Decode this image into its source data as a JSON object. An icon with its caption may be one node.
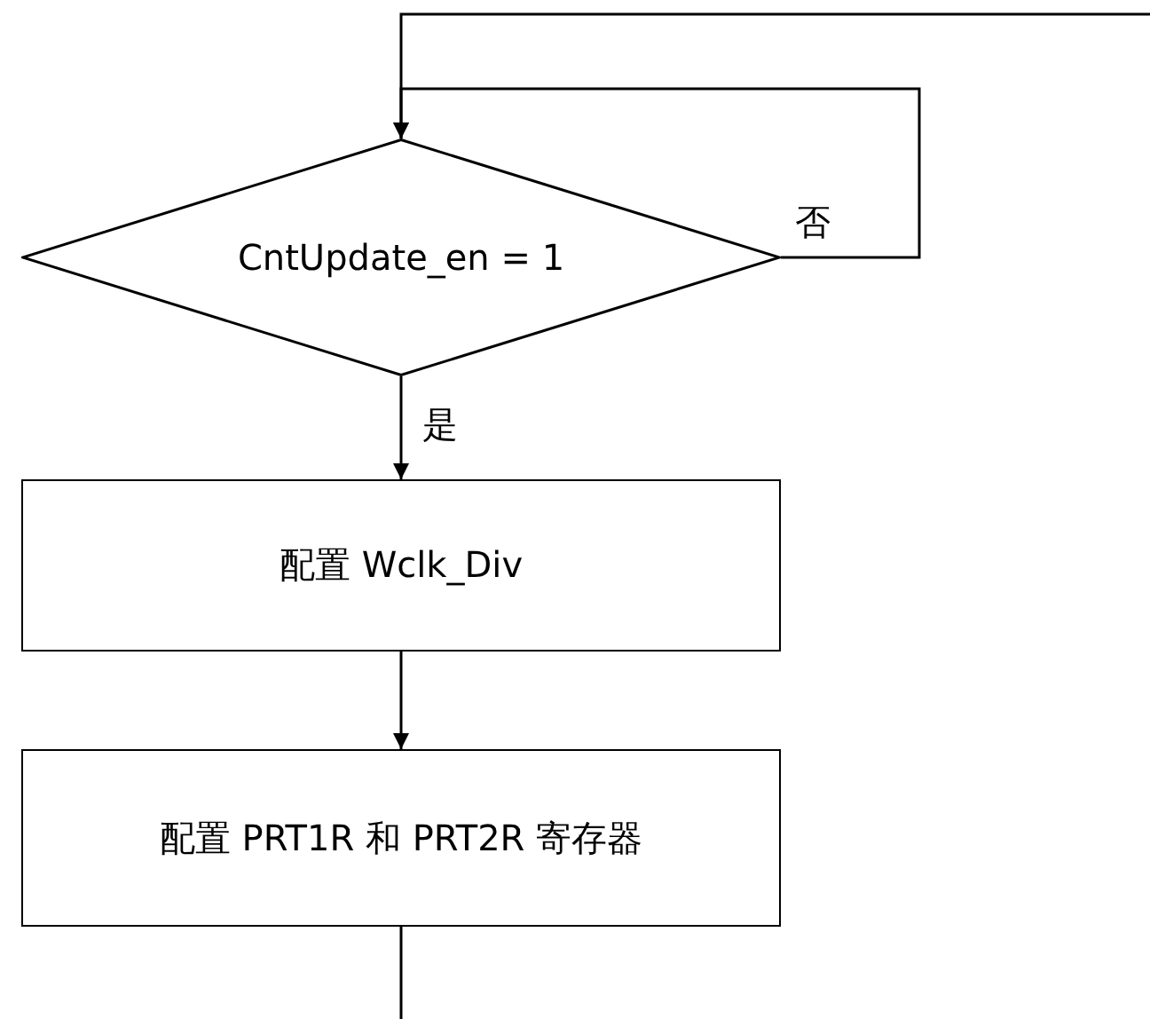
{
  "diagram": {
    "nodes": [
      {
        "text": [
          "CntUpdate_en = 1"
        ]
      },
      {
        "text": [
          "配置 Wclk_Div"
        ]
      },
      {
        "text": [
          "配置 PRT1R 和 PRT2R 寄存器"
        ]
      }
    ],
    "edges": [
      {
        "from": null,
        "to": 0,
        "arrow": "to"
      },
      {
        "from": 0,
        "to": 0,
        "arrow": "to",
        "label": "否"
      },
      {
        "from": 0,
        "to": 1,
        "arrow": "to",
        "label": "是"
      },
      {
        "from": 1,
        "to": 2,
        "arrow": "to"
      },
      {
        "from": 2,
        "to": null,
        "arrow": "none"
      }
    ]
  }
}
